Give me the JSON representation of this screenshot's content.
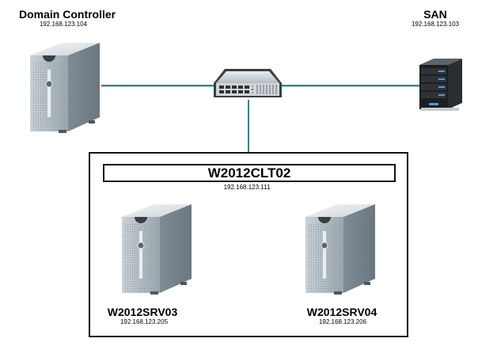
{
  "diagram": {
    "nodes": {
      "domain_controller": {
        "name": "Domain Controller",
        "ip": "192.168.123.104",
        "icon": "tower-server-icon"
      },
      "san": {
        "name": "SAN",
        "ip": "192.168.123.103",
        "icon": "rack-server-icon"
      },
      "switch": {
        "icon": "network-switch-icon"
      },
      "cluster": {
        "name": "W2012CLT02",
        "ip": "192.168.123.111"
      },
      "srv03": {
        "name": "W2012SRV03",
        "ip": "192.168.123.205",
        "icon": "tower-server-icon"
      },
      "srv04": {
        "name": "W2012SRV04",
        "ip": "192.168.123.206",
        "icon": "tower-server-icon"
      }
    },
    "links": [
      {
        "from": "domain_controller",
        "to": "switch"
      },
      {
        "from": "switch",
        "to": "san"
      },
      {
        "from": "switch",
        "to": "cluster"
      }
    ],
    "colors": {
      "link": "#1f8a96",
      "box_border": "#111111"
    }
  }
}
